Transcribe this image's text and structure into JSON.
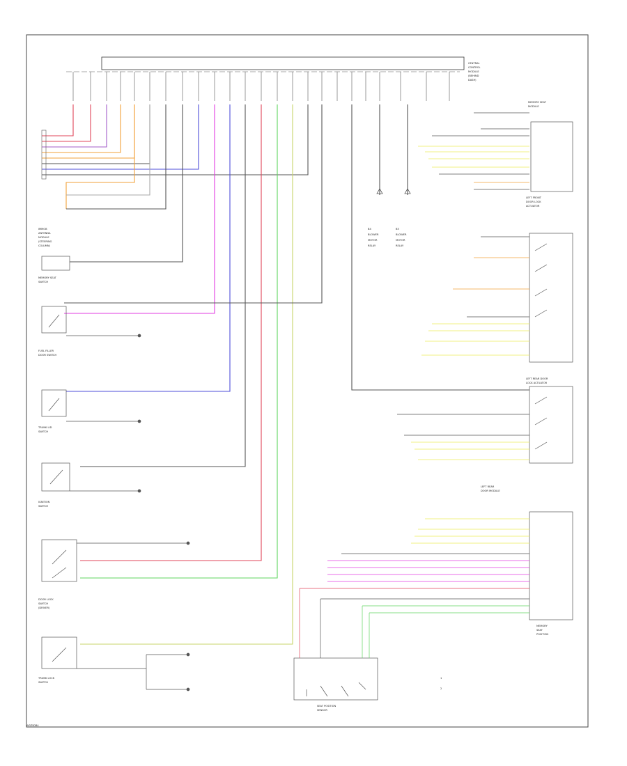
{
  "figure_id": "W3Z5DB4",
  "wire_colors": {
    "orange": "#f2a13a",
    "violet": "#a35cc9",
    "red": "#e0455a",
    "pink_magenta": "#e23be2",
    "blue": "#4d4dd8",
    "green": "#5fd45f",
    "light_green": "#9be67a",
    "yellow": "#ecec5a",
    "black": "#000000",
    "gray": "#888888"
  },
  "legend": [
    {
      "marker": "1",
      "text": ""
    },
    {
      "marker": "2",
      "text": ""
    }
  ],
  "components": {
    "top_module": "",
    "right_top_module": "",
    "right_mid_module": "",
    "right_lower_module": "",
    "right_bottom_module": "",
    "bottom_connector": ""
  }
}
